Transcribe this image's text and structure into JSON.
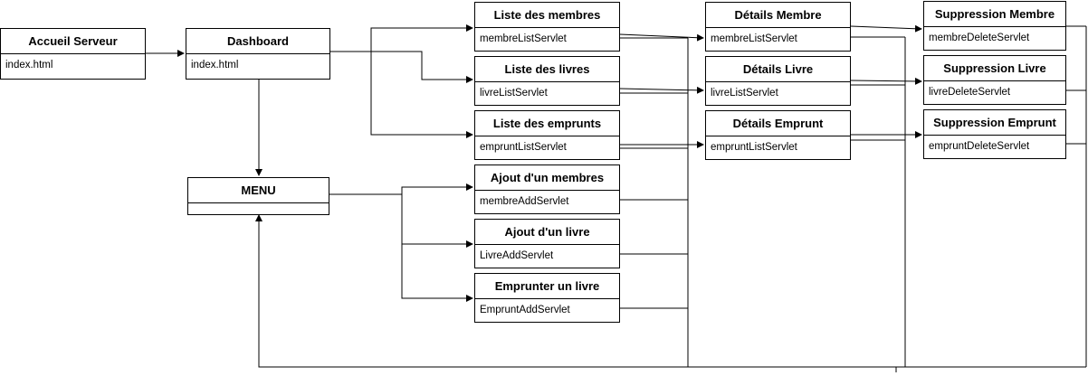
{
  "nodes": {
    "accueil": {
      "title": "Accueil Serveur",
      "body": "index.html"
    },
    "dashboard": {
      "title": "Dashboard",
      "body": "index.html"
    },
    "menu": {
      "title": "MENU",
      "body": ""
    },
    "liste_membres": {
      "title": "Liste des membres",
      "body": "membreListServlet"
    },
    "liste_livres": {
      "title": "Liste des livres",
      "body": "livreListServlet"
    },
    "liste_emprunts": {
      "title": "Liste des emprunts",
      "body": "empruntListServlet"
    },
    "ajout_membre": {
      "title": "Ajout d'un membres",
      "body": "membreAddServlet"
    },
    "ajout_livre": {
      "title": "Ajout d'un livre",
      "body": "LivreAddServlet"
    },
    "emprunter_livre": {
      "title": "Emprunter un livre",
      "body": "EmpruntAddServlet"
    },
    "details_membre": {
      "title": "Détails Membre",
      "body": "membreListServlet"
    },
    "details_livre": {
      "title": "Détails Livre",
      "body": "livreListServlet"
    },
    "details_emprunt": {
      "title": "Détails Emprunt",
      "body": "empruntListServlet"
    },
    "suppression_membre": {
      "title": "Suppression Membre",
      "body": "membreDeleteServlet"
    },
    "suppression_livre": {
      "title": "Suppression Livre",
      "body": "livreDeleteServlet"
    },
    "suppression_emprunt": {
      "title": "Suppression Emprunt",
      "body": "empruntDeleteServlet"
    }
  },
  "colors": {
    "stroke": "#000000",
    "background": "#ffffff"
  }
}
